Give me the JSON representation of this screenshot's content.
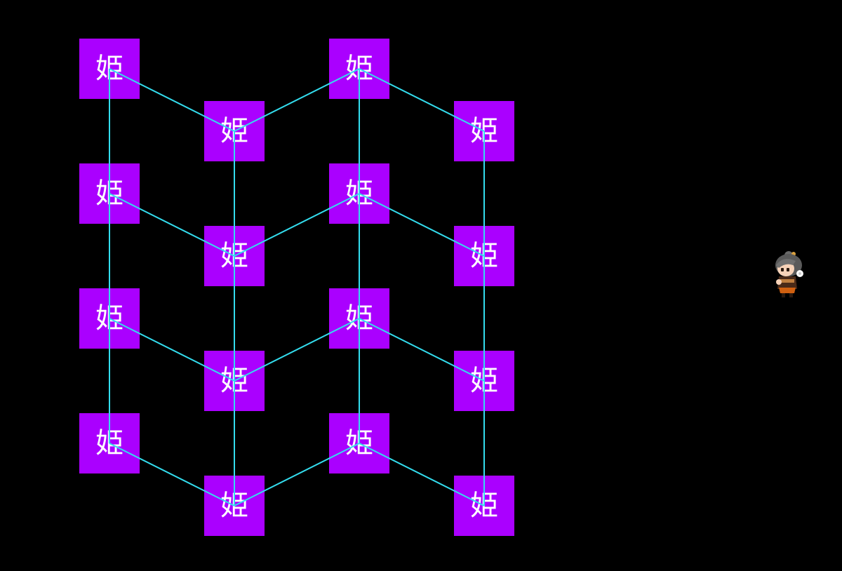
{
  "board": {
    "tile_glyph": "姫",
    "tile_color": "#aa00ff",
    "line_color": "#33ddee",
    "columns": 4,
    "rows": 4
  },
  "character": {
    "icon": "chibi-character-sprite"
  }
}
